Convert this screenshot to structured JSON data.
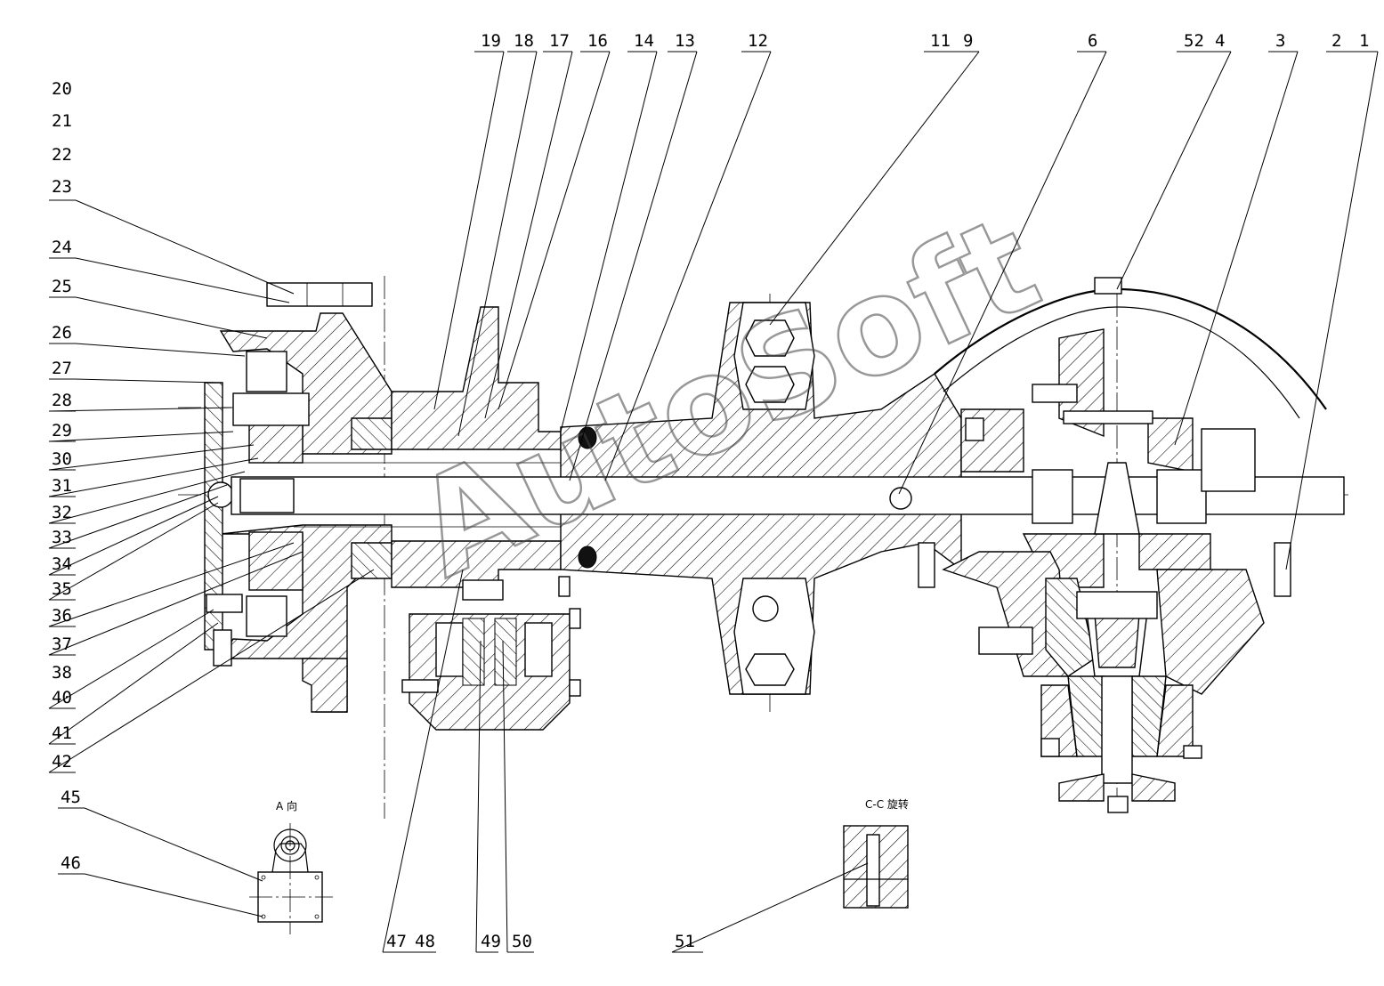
{
  "watermark": "AutoSoft",
  "views": {
    "view_a_caption": "A 向",
    "section_cc_caption": "C-C 旋转"
  },
  "part_labels": {
    "top": [
      "19",
      "18",
      "17",
      "16",
      "14",
      "13",
      "12",
      "11",
      "9",
      "6",
      "52",
      "4",
      "3",
      "2",
      "1"
    ],
    "left": [
      "20",
      "21",
      "22",
      "23",
      "24",
      "25",
      "26",
      "27",
      "28",
      "29",
      "30",
      "31",
      "32",
      "33",
      "34",
      "35",
      "36",
      "37",
      "38",
      "40",
      "41",
      "42",
      "45",
      "46"
    ],
    "bottom": [
      "47",
      "48",
      "49",
      "50",
      "51"
    ]
  }
}
